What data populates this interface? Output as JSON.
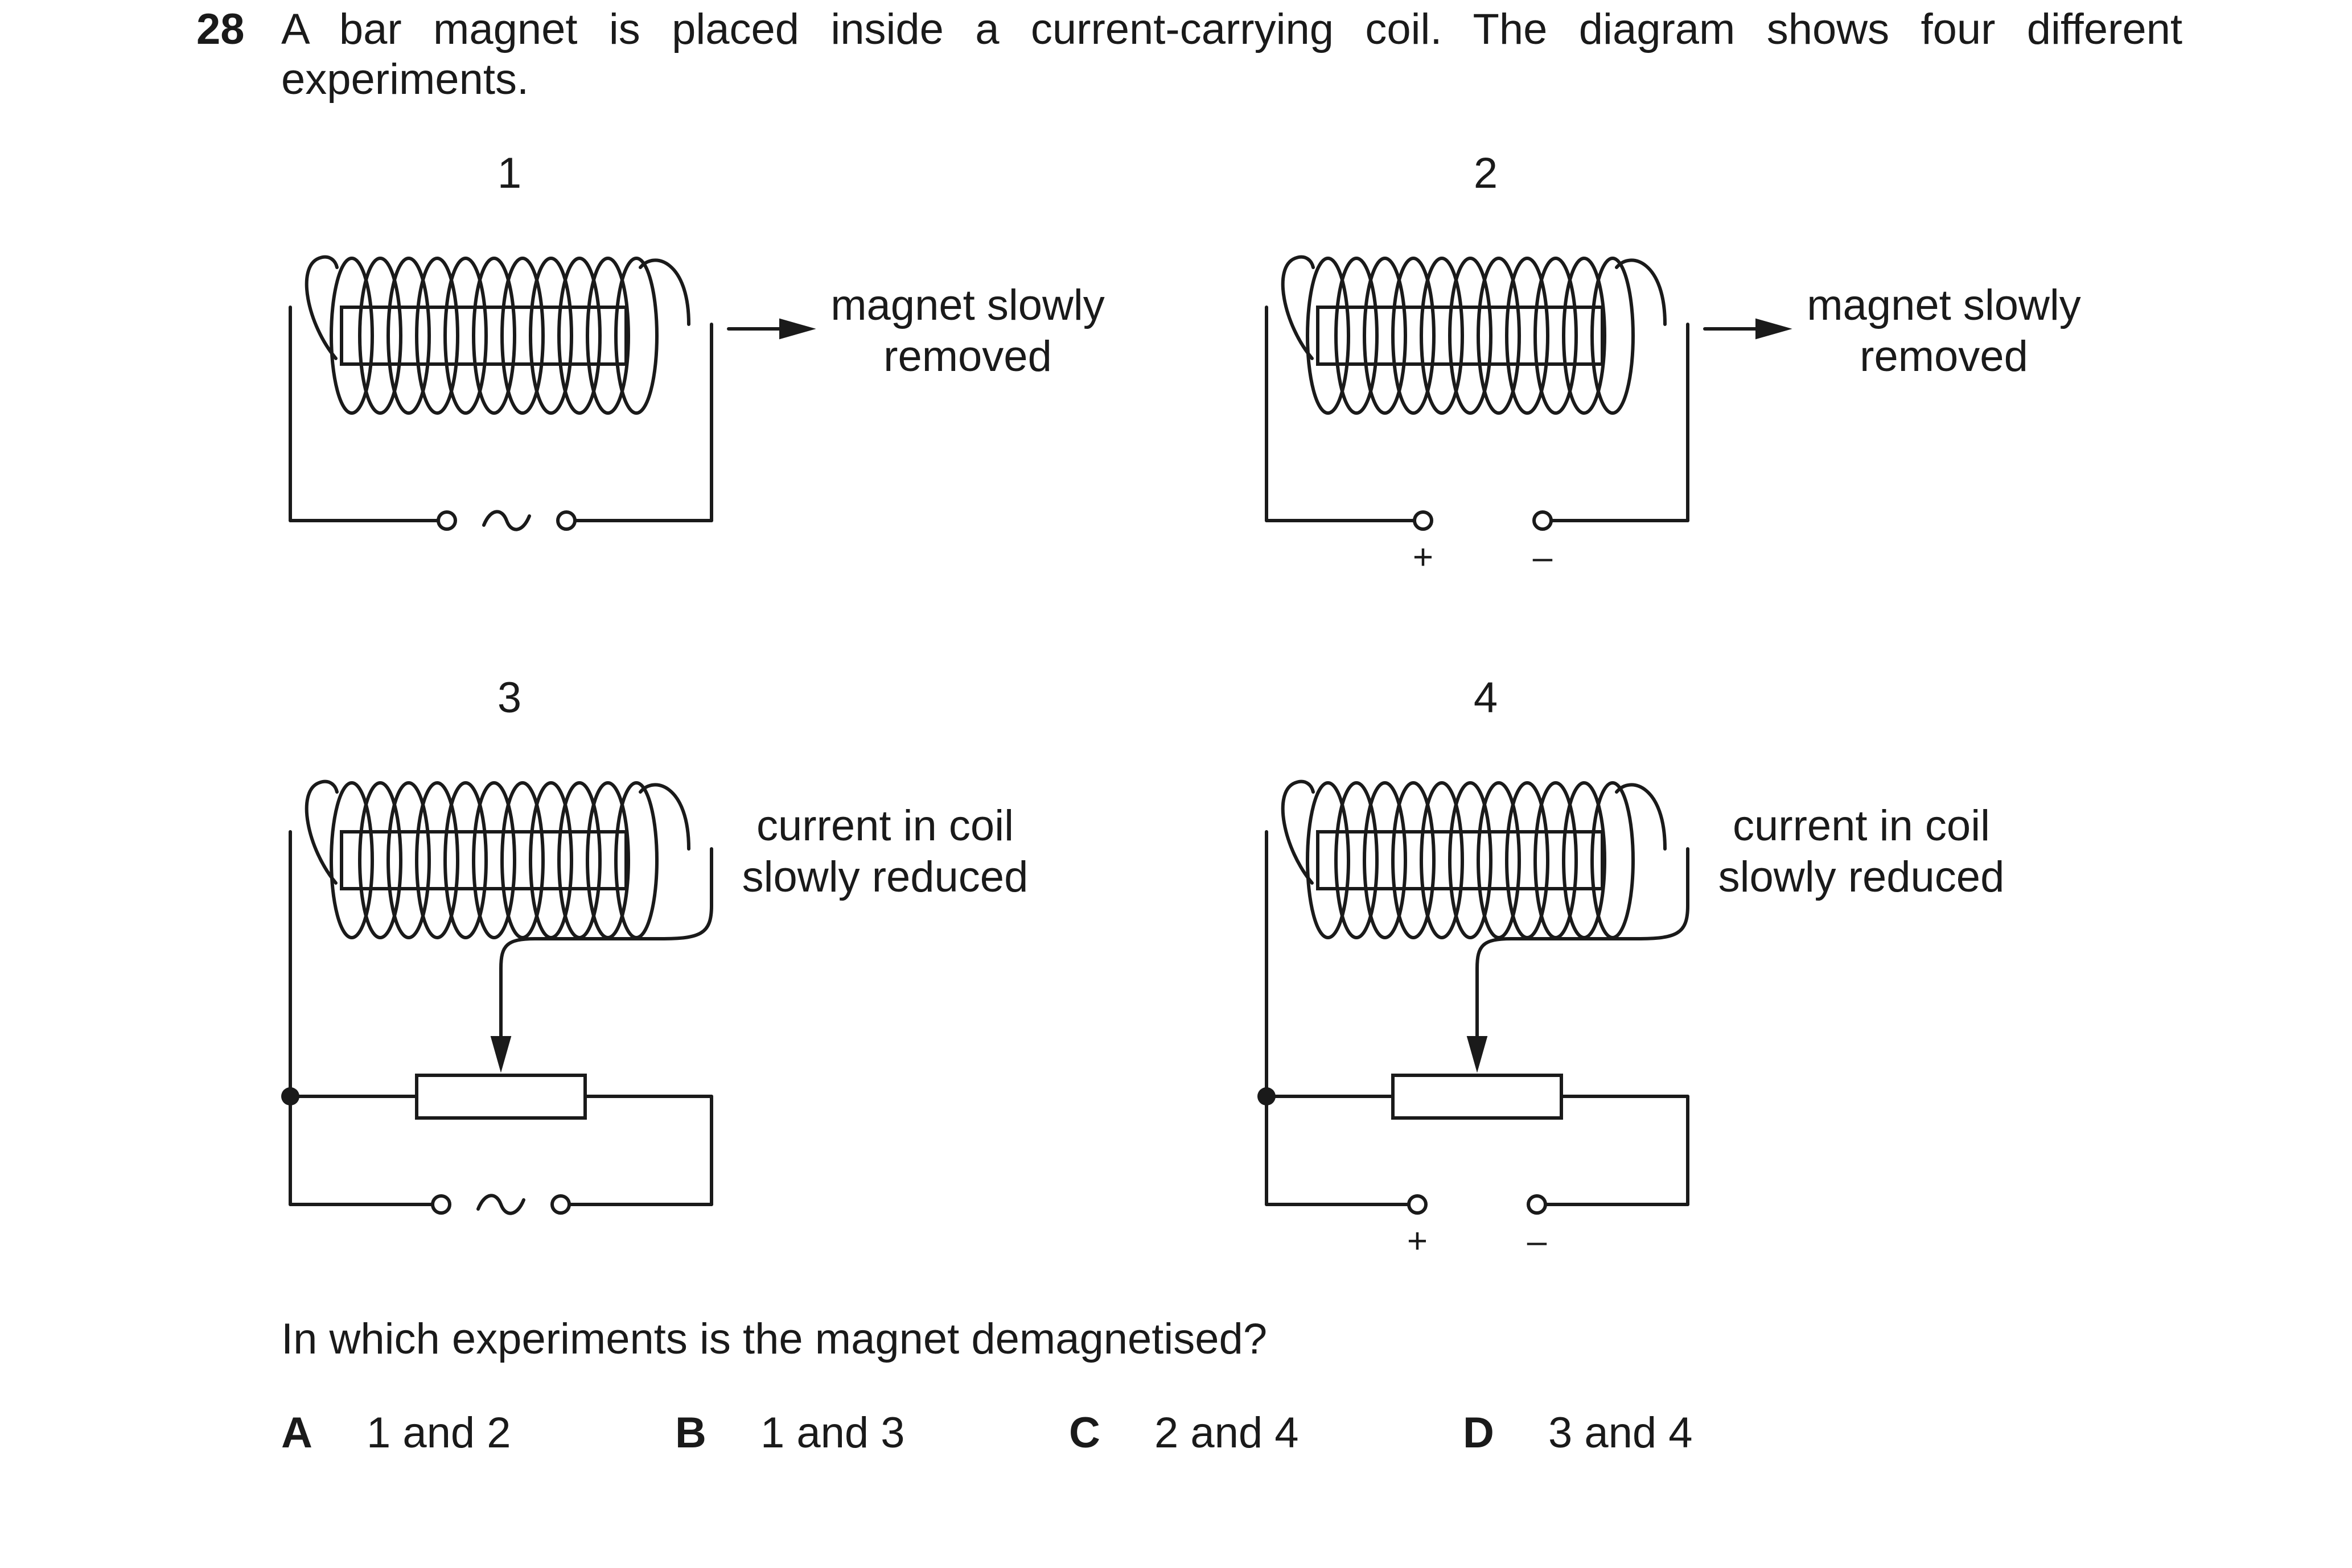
{
  "question": {
    "number": "28",
    "stem": "A bar magnet is placed inside a current-carrying coil. The diagram shows four different experiments.",
    "prompt": "In which experiments is the magnet demagnetised?"
  },
  "experiments": [
    {
      "label": "1",
      "annotation_line1": "magnet slowly",
      "annotation_line2": "removed",
      "supply": "ac",
      "supply_symbol": "~"
    },
    {
      "label": "2",
      "annotation_line1": "magnet slowly",
      "annotation_line2": "removed",
      "supply": "dc",
      "plus": "+",
      "minus": "–"
    },
    {
      "label": "3",
      "annotation_line1": "current in coil",
      "annotation_line2": "slowly reduced",
      "supply": "ac",
      "supply_symbol": "~"
    },
    {
      "label": "4",
      "annotation_line1": "current in coil",
      "annotation_line2": "slowly reduced",
      "supply": "dc",
      "plus": "+",
      "minus": "–"
    }
  ],
  "options": [
    {
      "letter": "A",
      "text": "1 and 2"
    },
    {
      "letter": "B",
      "text": "1 and 3"
    },
    {
      "letter": "C",
      "text": "2 and 4"
    },
    {
      "letter": "D",
      "text": "3 and 4"
    }
  ],
  "colors": {
    "ink": "#1a1a1a",
    "background": "#ffffff"
  }
}
